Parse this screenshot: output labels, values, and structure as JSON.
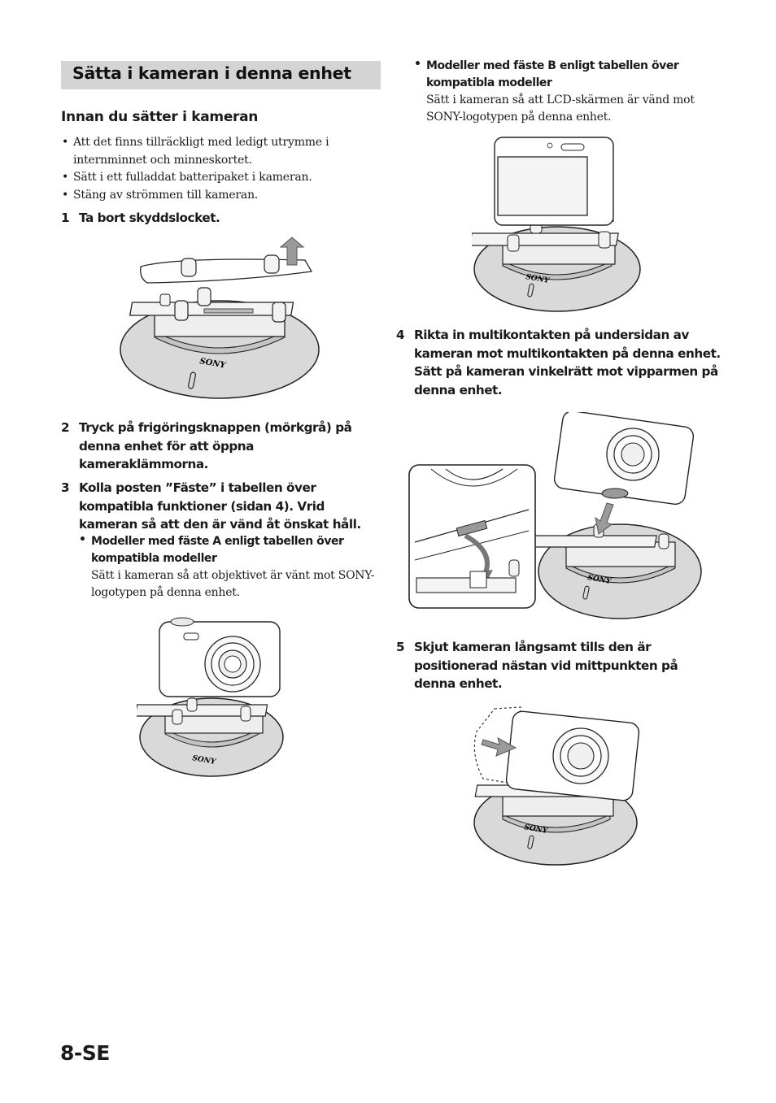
{
  "section": {
    "title": "Sätta i kameran i denna enhet",
    "subheading": "Innan du sätter i kameran",
    "bullets": [
      "Att det finns tillräckligt med ledigt utrymme i internminnet och minneskortet.",
      "Sätt i ett fulladdat batteripaket i kameran.",
      "Stäng av strömmen till kameran."
    ]
  },
  "steps": [
    {
      "num": "1",
      "text": "Ta bort skyddslocket."
    },
    {
      "num": "2",
      "text": "Tryck på frigöringsknappen (mörkgrå) på denna enhet för att öppna kameraklämmorna."
    },
    {
      "num": "3",
      "text": "Kolla posten ”Fäste” i tabellen över kompatibla funktioner (sidan 4). Vrid kameran så att den är vänd åt önskat håll."
    },
    {
      "num": "4",
      "text": "Rikta in multikontakten på undersidan av kameran mot multikontakten på denna enhet. Sätt på kameran vinkelrätt mot vipparmen på denna enhet."
    },
    {
      "num": "5",
      "text": "Skjut kameran långsamt tills den är positionerad nästan vid mittpunkten på denna enhet."
    }
  ],
  "mounts": {
    "a": {
      "heading": "Modeller med fäste A enligt tabellen över kompatibla modeller",
      "body": "Sätt i kameran så att objektivet är vänt mot SONY-logotypen på denna enhet."
    },
    "b": {
      "heading": "Modeller med fäste B enligt tabellen över kompatibla modeller",
      "body": "Sätt i kameran så att LCD-skärmen är vänd mot SONY-logotypen på denna enhet."
    }
  },
  "figures": {
    "logo": "SONY"
  },
  "page_number": "8-SE",
  "colors": {
    "title_bar": "#d4d4d4",
    "base_fill": "#d9d9d9",
    "arrow_gray": "#9a9a9a"
  }
}
